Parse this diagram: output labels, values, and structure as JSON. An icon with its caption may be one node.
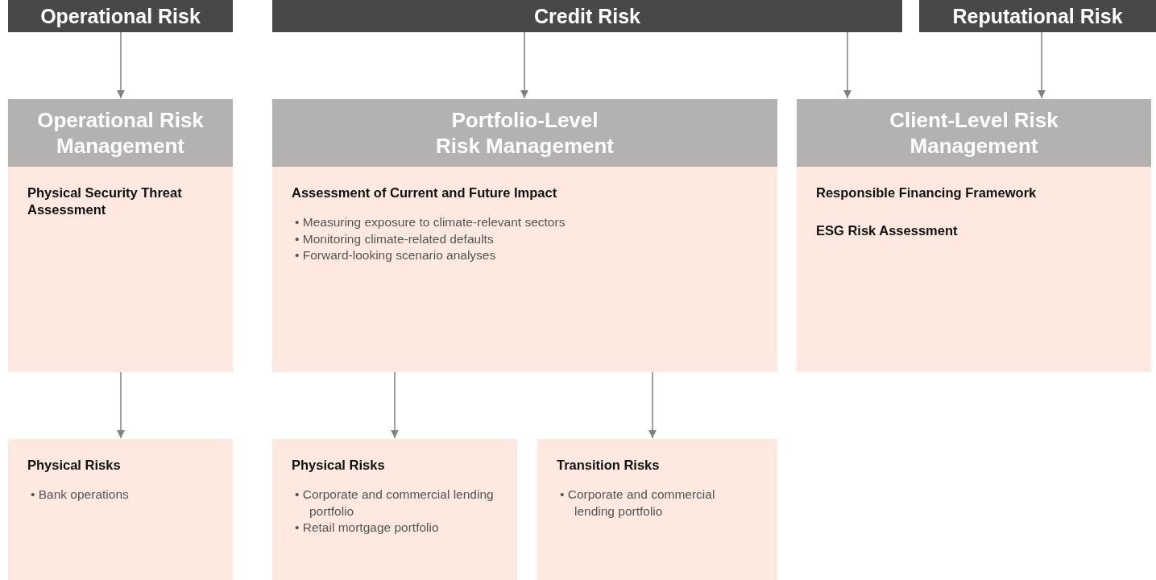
{
  "diagram": {
    "nodes": [
      {
        "text": [
          "Operational Risk"
        ]
      },
      {
        "text": [
          "Credit Risk"
        ]
      },
      {
        "text": [
          "Reputational Risk"
        ]
      },
      {
        "text": [
          "Operational Risk Management",
          "Physical Security Threat Assessment"
        ]
      },
      {
        "text": [
          "Portfolio-Level Risk Management",
          "Assessment of Current and Future Impact",
          "• Measuring exposure to climate-relevant sectors",
          "• Monitoring climate-related defaults",
          "• Forward-looking scenario analyses"
        ]
      },
      {
        "text": [
          "Client-Level Risk Management",
          "Responsible Financing Framework",
          "ESG Risk Assessment"
        ]
      },
      {
        "text": [
          "Physical Risks",
          "• Bank operations"
        ]
      },
      {
        "text": [
          "Physical Risks",
          "• Corporate and commercial lending portfolio",
          "• Retail mortgage portfolio"
        ]
      },
      {
        "text": [
          "Transition Risks",
          "• Corporate and commercial lending portfolio"
        ]
      }
    ],
    "edges": [
      {
        "from": 0,
        "to": 3,
        "arrow": "to"
      },
      {
        "from": 1,
        "to": 4,
        "arrow": "to"
      },
      {
        "from": 1,
        "to": 5,
        "arrow": "to"
      },
      {
        "from": 2,
        "to": 5,
        "arrow": "to"
      },
      {
        "from": 3,
        "to": 6,
        "arrow": "to"
      },
      {
        "from": 4,
        "to": 7,
        "arrow": "to"
      },
      {
        "from": 4,
        "to": 8,
        "arrow": "to"
      }
    ]
  }
}
